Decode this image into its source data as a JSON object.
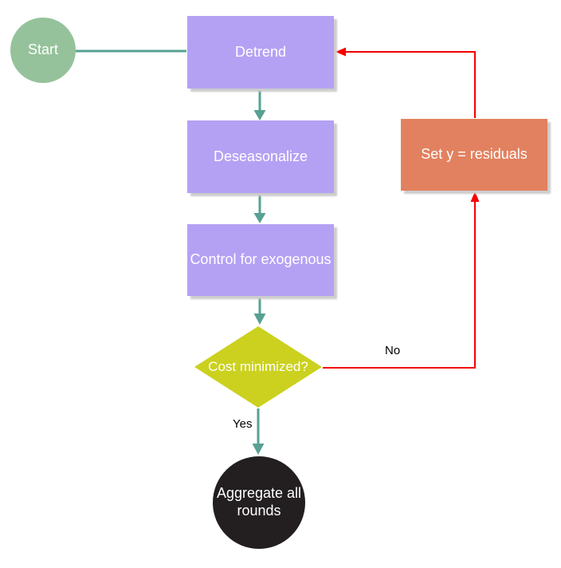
{
  "colors": {
    "start_fill": "#95c29b",
    "process_fill": "#b4a1f4",
    "decision_fill": "#cbd11e",
    "residuals_fill": "#e2815f",
    "end_fill": "#231f20",
    "flow_line": "#57a092",
    "loop_line": "#f40000",
    "shape_text": "#ffffff",
    "label_text": "#000000",
    "shadow": "#cccccc"
  },
  "nodes": {
    "start": {
      "label": "Start"
    },
    "detrend": {
      "label": "Detrend"
    },
    "deseasonalize": {
      "label": "Deseasonalize"
    },
    "control": {
      "label": "Control for exogenous"
    },
    "decision": {
      "label": "Cost minimized?"
    },
    "residuals": {
      "label": "Set y = residuals"
    },
    "aggregate": {
      "label": "Aggregate all rounds"
    }
  },
  "edge_labels": {
    "no": "No",
    "yes": "Yes"
  }
}
